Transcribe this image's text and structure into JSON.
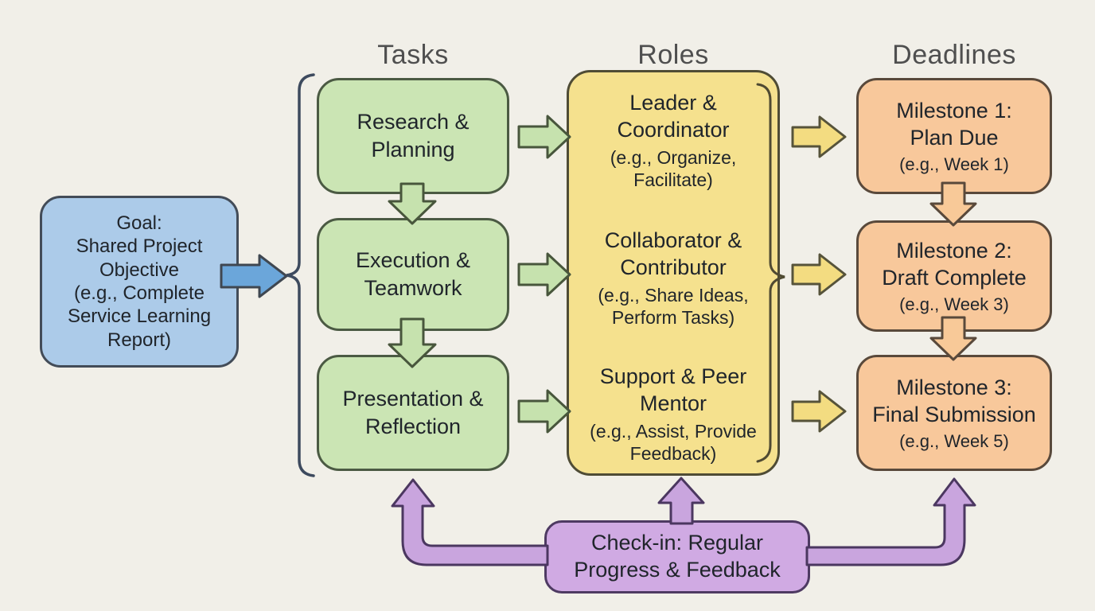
{
  "title_headers": {
    "tasks": "Tasks",
    "roles": "Roles",
    "deadlines": "Deadlines"
  },
  "goal_box": {
    "line1": "Goal:",
    "line2": "Shared Project Objective",
    "line3": "(e.g., Complete Service Learning Report)"
  },
  "task_boxes": [
    {
      "label": "Research & Planning"
    },
    {
      "label": "Execution & Teamwork"
    },
    {
      "label": "Presentation & Reflection"
    }
  ],
  "role_sections": [
    {
      "title": "Leader & Coordinator",
      "example": "(e.g., Organize, Facilitate)"
    },
    {
      "title": "Collaborator & Contributor",
      "example": "(e.g., Share Ideas, Perform Tasks)"
    },
    {
      "title": "Support & Peer Mentor",
      "example": "(e.g., Assist, Provide Feedback)"
    }
  ],
  "milestone_boxes": [
    {
      "title": "Milestone 1:",
      "subtitle": "Plan Due",
      "example": "(e.g., Week 1)"
    },
    {
      "title": "Milestone 2:",
      "subtitle": "Draft Complete",
      "example": "(e.g., Week 3)"
    },
    {
      "title": "Milestone 3:",
      "subtitle": "Final Submission",
      "example": "(e.g., Week 5)"
    }
  ],
  "checkin_box": {
    "label": "Check-in: Regular Progress & Feedback"
  },
  "colors": {
    "background": "#f1efe8",
    "goal_fill": "#accbe9",
    "goal_border": "#434c58",
    "task_fill": "#cbe5b4",
    "task_border": "#4b5a43",
    "role_fill": "#f5e18e",
    "role_border": "#4f4c35",
    "milestone_fill": "#f8c89b",
    "milestone_border": "#59493b",
    "checkin_fill": "#d0aae3",
    "checkin_border": "#4e3a62",
    "blue_arrow": "#6ba6da",
    "green_arrow": "#c6e2ae",
    "yellow_arrow": "#f3dc81",
    "orange_arrow": "#f8c998",
    "purple_arrow": "#c9a5de",
    "brace_left": "#3d4a5e",
    "brace_right": "#4f4a32",
    "text": "#20252b",
    "header_text": "#4f4f4f"
  }
}
